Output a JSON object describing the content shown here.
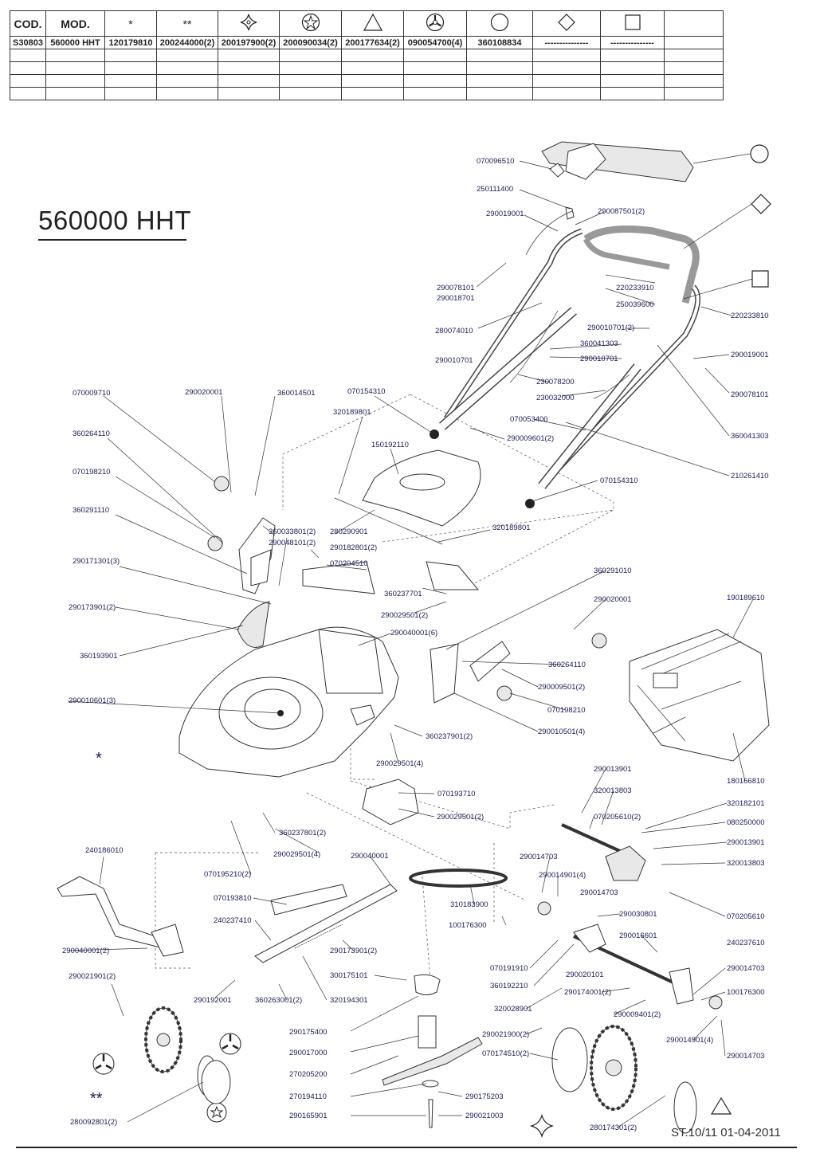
{
  "table": {
    "header": [
      "COD.",
      "MOD.",
      "*",
      "**",
      "star-four-icon",
      "star-circle-icon",
      "triangle-icon",
      "tri-spoke-icon",
      "circle-icon",
      "diamond-icon",
      "square-icon",
      ""
    ],
    "row1": [
      "S30803",
      "560000 HHT",
      "120179810",
      "200244000(2)",
      "200197900(2)",
      "200090034(2)",
      "200177634(2)",
      "090054700(4)",
      "360108834",
      "---------------",
      "---------------",
      ""
    ]
  },
  "title": "560000 HHT",
  "footer": "ST.10/11  01-04-2011",
  "labels": {
    "l1": "070096510",
    "l2": "250111400",
    "l3": "290019001",
    "l4": "290087501(2)",
    "l5": "290078101",
    "l6": "290018701",
    "l7": "220233910",
    "l8": "250039600",
    "l9": "220233810",
    "l10": "280074010",
    "l11": "290010701(2)",
    "l12": "360041303",
    "l13": "290010701",
    "l14": "290010701",
    "l15": "290019001",
    "l16": "230078200",
    "l17": "230032000",
    "l18": "290078101",
    "l19": "070009710",
    "l20": "290020001",
    "l21": "360014501",
    "l22": "070154310",
    "l23": "320189801",
    "l24": "070053400",
    "l25": "360041303",
    "l26": "360264110",
    "l27": "150192110",
    "l28": "290009601(2)",
    "l29": "070198210",
    "l30": "070154310",
    "l31": "210261410",
    "l32": "360291110",
    "l33": "360033801(2)",
    "l34": "290048101(2)",
    "l35": "280290901",
    "l36": "320189801",
    "l37": "290182801(2)",
    "l38": "290171301(3)",
    "l39": "070204510",
    "l40": "360291010",
    "l41": "360237701",
    "l42": "290173901(2)",
    "l43": "290029501(2)",
    "l44": "290020001",
    "l45": "190189610",
    "l46": "290040001(6)",
    "l47": "360193901",
    "l48": "360264110",
    "l49": "290009501(2)",
    "l50": "290010601(3)",
    "l51": "070198210",
    "l52": "290010501(4)",
    "l53": "360237901(2)",
    "l54": "290029501(4)",
    "l55": "180166810",
    "l56": "290013901",
    "l57": "070193710",
    "l58": "320013803",
    "l59": "290029501(2)",
    "l60": "320182101",
    "l61": "070205610(2)",
    "l62": "080250000",
    "l63": "360237801(2)",
    "l64": "290013901",
    "l65": "240186010",
    "l66": "290029501(4)",
    "l67": "290040001",
    "l68": "290014703",
    "l69": "320013803",
    "l70": "070195210(2)",
    "l71": "290014901(4)",
    "l72": "070193810",
    "l73": "310183900",
    "l74": "290014703",
    "l75": "070205610",
    "l76": "240237410",
    "l77": "290030801",
    "l78": "100176300",
    "l79": "290040001(2)",
    "l80": "290173901(2)",
    "l81": "290016601",
    "l82": "300175101",
    "l83": "070191910",
    "l84": "240237610",
    "l85": "290021901(2)",
    "l86": "290192001",
    "l87": "360263001(2)",
    "l88": "320194301",
    "l89": "360192210",
    "l90": "290020101",
    "l91": "290014703",
    "l92": "290174001(2)",
    "l93": "100176300",
    "l94": "320028901",
    "l95": "290009401(2)",
    "l96": "290175400",
    "l97": "290017000",
    "l98": "290021900(2)",
    "l99": "290014901(4)",
    "l100": "270205200",
    "l101": "070174510(2)",
    "l102": "290014703",
    "l103": "270194110",
    "l104": "290175203",
    "l105": "290165901",
    "l106": "290021003",
    "l107": "280092801(2)",
    "l108": "280174301(2)",
    "l109": "*",
    "l110": "**"
  }
}
